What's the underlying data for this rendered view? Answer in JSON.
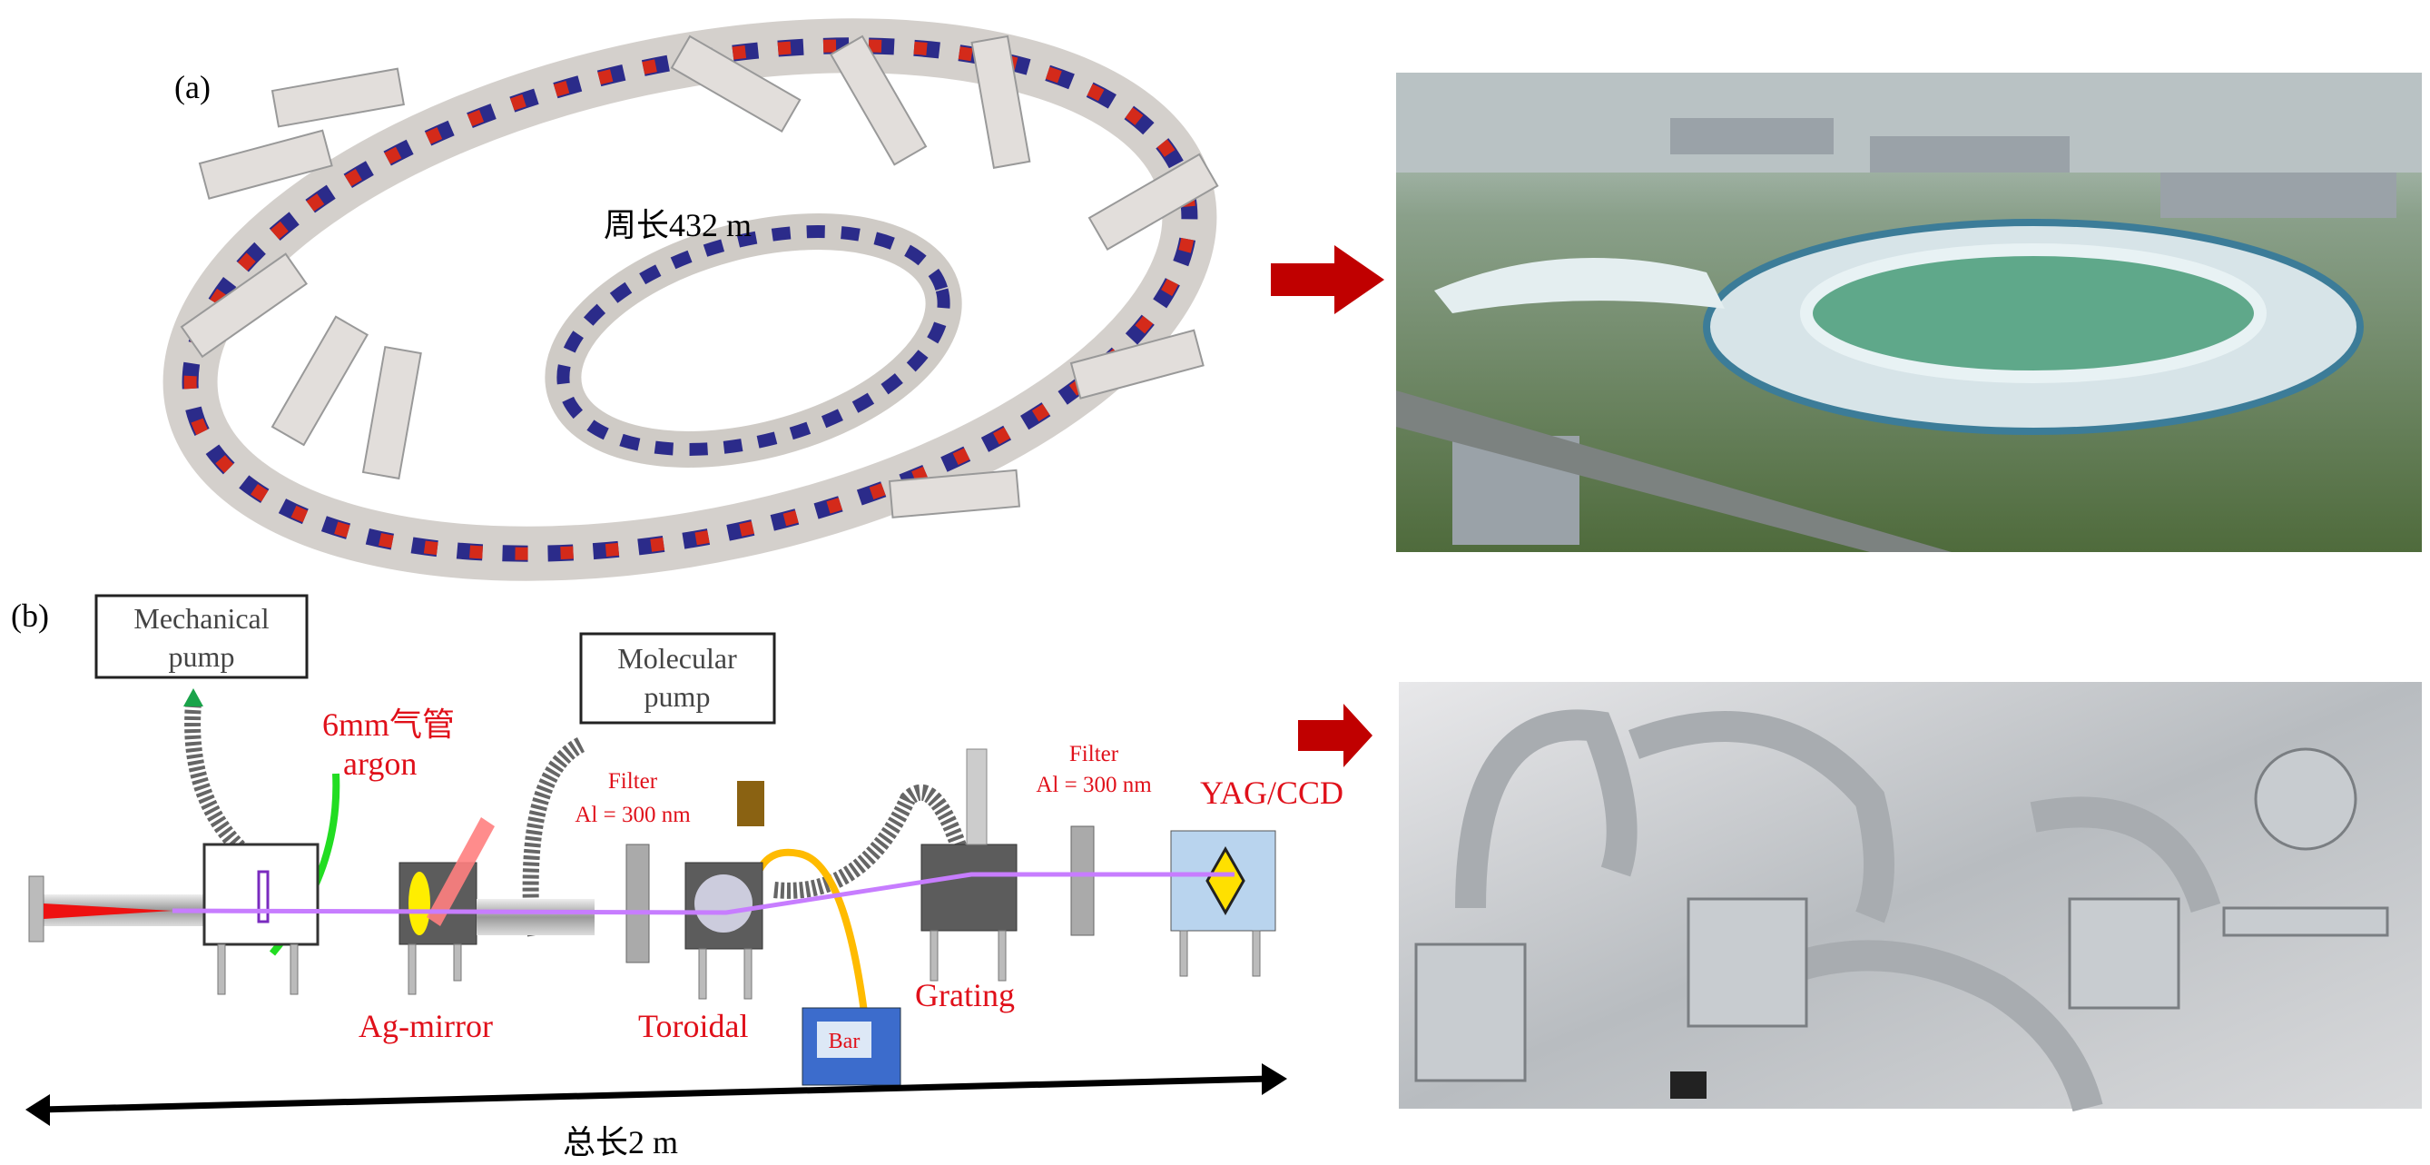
{
  "panel_a": {
    "label": "(a)",
    "circumference": "周长432 m"
  },
  "panel_b": {
    "label": "(b)",
    "mechanical_pump": [
      "Mechanical",
      "pump"
    ],
    "molecular_pump": [
      "Molecular",
      "pump"
    ],
    "gas_tube": "6mm气管",
    "gas": "argon",
    "filter1": [
      "Filter",
      "Al = 300 nm"
    ],
    "filter2": [
      "Filter",
      "Al = 300 nm"
    ],
    "detector": "YAG/CCD",
    "ag_mirror": "Ag-mirror",
    "toroidal": "Toroidal",
    "grating": "Grating",
    "gauge": "Bar",
    "total_length": "总长2 m"
  },
  "colors": {
    "label_red": "#e0101a",
    "arrow_red": "#c00000",
    "beam": "#c77dff",
    "argon_tube": "#22dd22",
    "cable": "#ffbb00"
  }
}
